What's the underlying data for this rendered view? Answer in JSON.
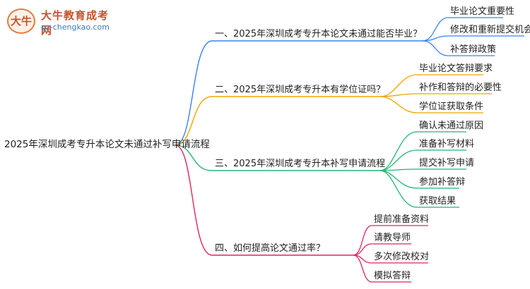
{
  "logo": {
    "badge": "大牛",
    "title": "大牛教育成考网",
    "subtitle": "gz-chengkao.com"
  },
  "root": {
    "label": "2025年深圳成考专升本论文未通过补写申请流程"
  },
  "branches": [
    {
      "label": "一、2025年深圳成考专升本论文未通过能否毕业？",
      "color": "#3b82f6",
      "children": [
        "毕业论文重要性",
        "修改和重新提交机会",
        "补答辩政策"
      ]
    },
    {
      "label": "二、2025年深圳成考专升本有学位证吗？",
      "color": "#f0a500",
      "children": [
        "毕业论文答辩要求",
        "补作和答辩的必要性",
        "学位证获取条件"
      ]
    },
    {
      "label": "三、2025年深圳成考专升本补写申请流程",
      "color": "#22b573",
      "children": [
        "确认未通过原因",
        "准备补写材料",
        "提交补写申请",
        "参加补答辩",
        "获取结果"
      ]
    },
    {
      "label": "四、如何提高论文通过率？",
      "color": "#e0245e",
      "children": [
        "提前准备资料",
        "请教导师",
        "多次修改校对",
        "模拟答辩"
      ]
    }
  ]
}
